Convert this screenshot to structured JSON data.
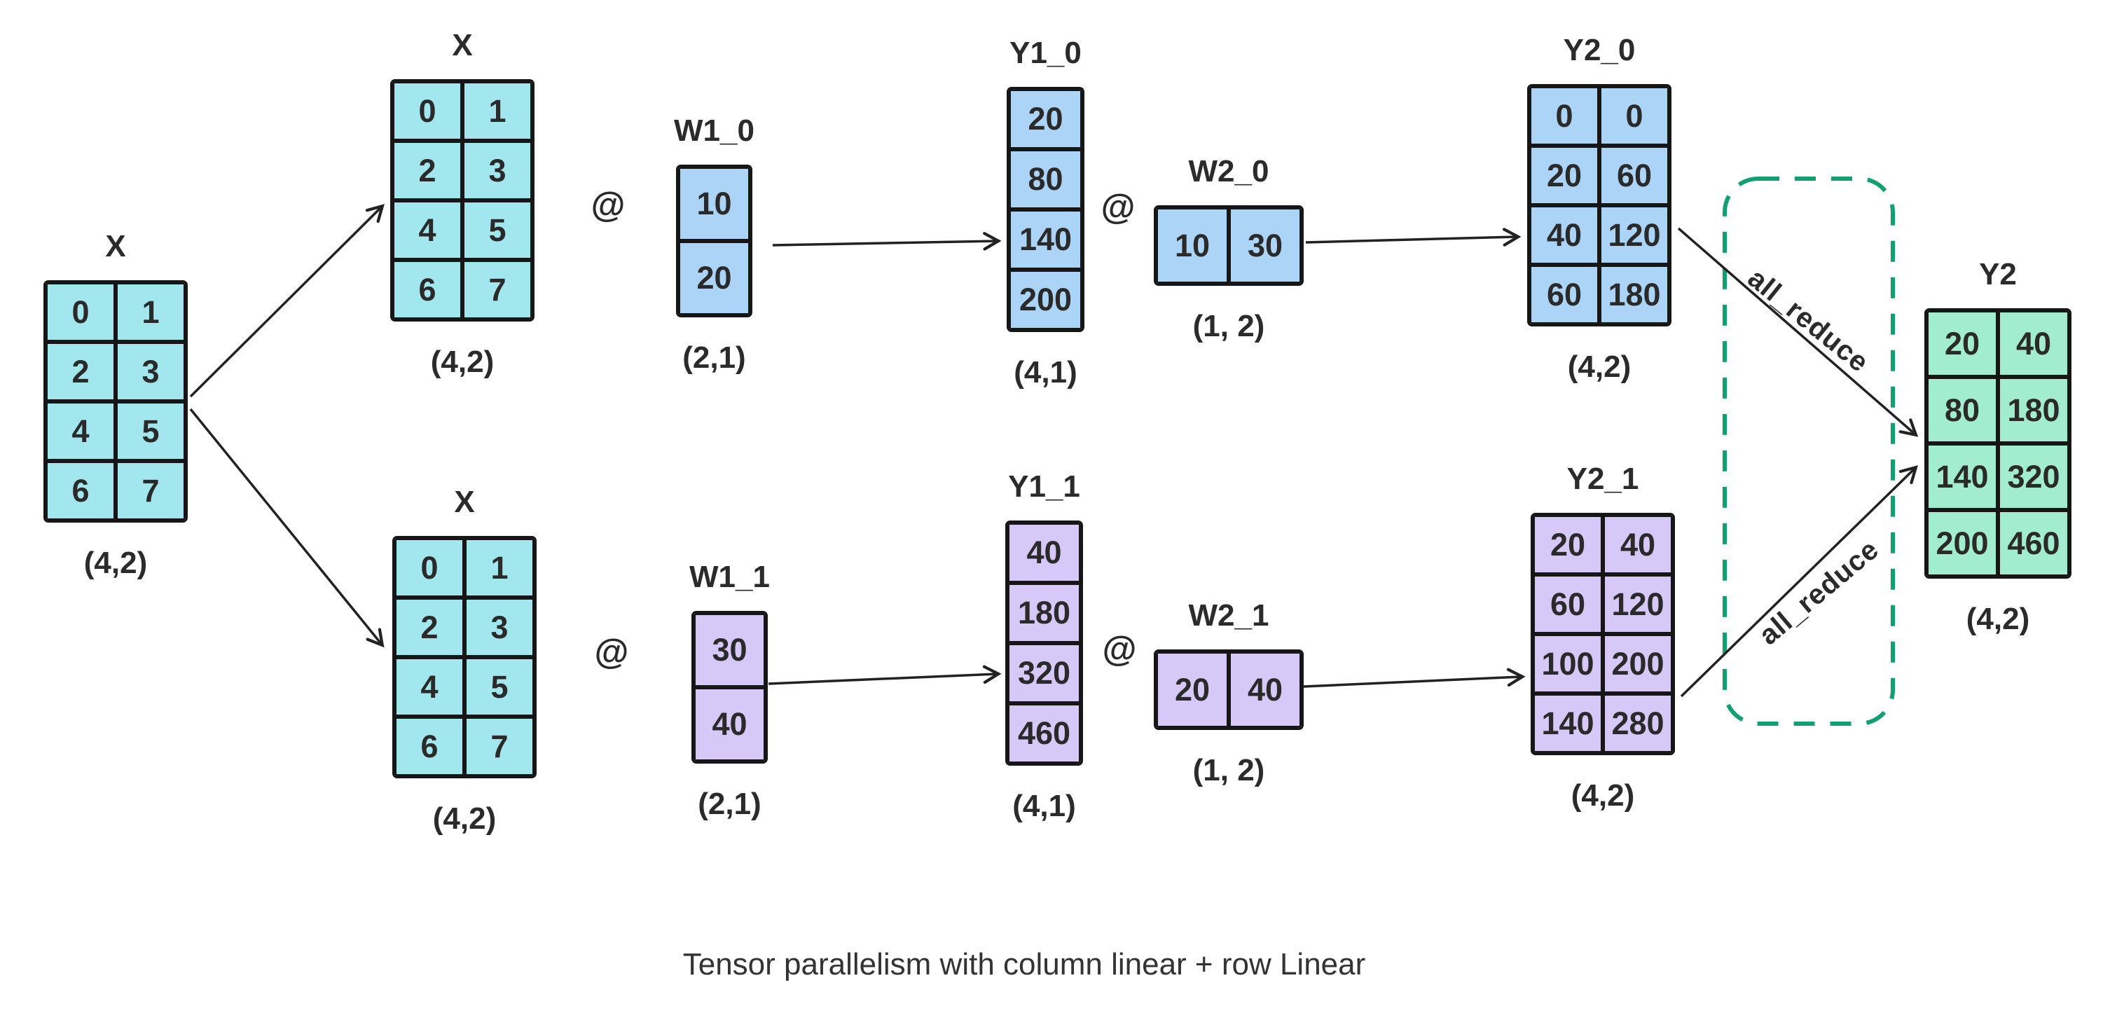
{
  "caption": "Tensor parallelism with column linear + row Linear",
  "colors": {
    "cyan": "#a3e7ee",
    "blue": "#abd4f6",
    "purple": "#d6c8f7",
    "green": "#a2eccf",
    "dashed_green": "#12a06e",
    "border": "#161616",
    "arrow": "#222222",
    "text": "#2b2b2b"
  },
  "operators": {
    "matmul": "@"
  },
  "all_reduce_labels": [
    "all_reduce",
    "all_reduce"
  ],
  "matrices": {
    "x_input": {
      "label": "X",
      "shape": "(4,2)",
      "color": "cyan",
      "cells": [
        [
          "0",
          "1"
        ],
        [
          "2",
          "3"
        ],
        [
          "4",
          "5"
        ],
        [
          "6",
          "7"
        ]
      ]
    },
    "x_top": {
      "label": "X",
      "shape": "(4,2)",
      "color": "cyan",
      "cells": [
        [
          "0",
          "1"
        ],
        [
          "2",
          "3"
        ],
        [
          "4",
          "5"
        ],
        [
          "6",
          "7"
        ]
      ]
    },
    "x_bottom": {
      "label": "X",
      "shape": "(4,2)",
      "color": "cyan",
      "cells": [
        [
          "0",
          "1"
        ],
        [
          "2",
          "3"
        ],
        [
          "4",
          "5"
        ],
        [
          "6",
          "7"
        ]
      ]
    },
    "w1_0": {
      "label": "W1_0",
      "shape": "(2,1)",
      "color": "blue",
      "cells": [
        [
          "10"
        ],
        [
          "20"
        ]
      ]
    },
    "y1_0": {
      "label": "Y1_0",
      "shape": "(4,1)",
      "color": "blue",
      "cells": [
        [
          "20"
        ],
        [
          "80"
        ],
        [
          "140"
        ],
        [
          "200"
        ]
      ]
    },
    "w2_0": {
      "label": "W2_0",
      "shape": "(1, 2)",
      "color": "blue",
      "cells": [
        [
          "10",
          "30"
        ]
      ]
    },
    "y2_0": {
      "label": "Y2_0",
      "shape": "(4,2)",
      "color": "blue",
      "cells": [
        [
          "0",
          "0"
        ],
        [
          "20",
          "60"
        ],
        [
          "40",
          "120"
        ],
        [
          "60",
          "180"
        ]
      ]
    },
    "w1_1": {
      "label": "W1_1",
      "shape": "(2,1)",
      "color": "purple",
      "cells": [
        [
          "30"
        ],
        [
          "40"
        ]
      ]
    },
    "y1_1": {
      "label": "Y1_1",
      "shape": "(4,1)",
      "color": "purple",
      "cells": [
        [
          "40"
        ],
        [
          "180"
        ],
        [
          "320"
        ],
        [
          "460"
        ]
      ]
    },
    "w2_1": {
      "label": "W2_1",
      "shape": "(1, 2)",
      "color": "purple",
      "cells": [
        [
          "20",
          "40"
        ]
      ]
    },
    "y2_1": {
      "label": "Y2_1",
      "shape": "(4,2)",
      "color": "purple",
      "cells": [
        [
          "20",
          "40"
        ],
        [
          "60",
          "120"
        ],
        [
          "100",
          "200"
        ],
        [
          "140",
          "280"
        ]
      ]
    },
    "y2_out": {
      "label": "Y2",
      "shape": "(4,2)",
      "color": "green",
      "cells": [
        [
          "20",
          "40"
        ],
        [
          "80",
          "180"
        ],
        [
          "140",
          "320"
        ],
        [
          "200",
          "460"
        ]
      ]
    }
  }
}
